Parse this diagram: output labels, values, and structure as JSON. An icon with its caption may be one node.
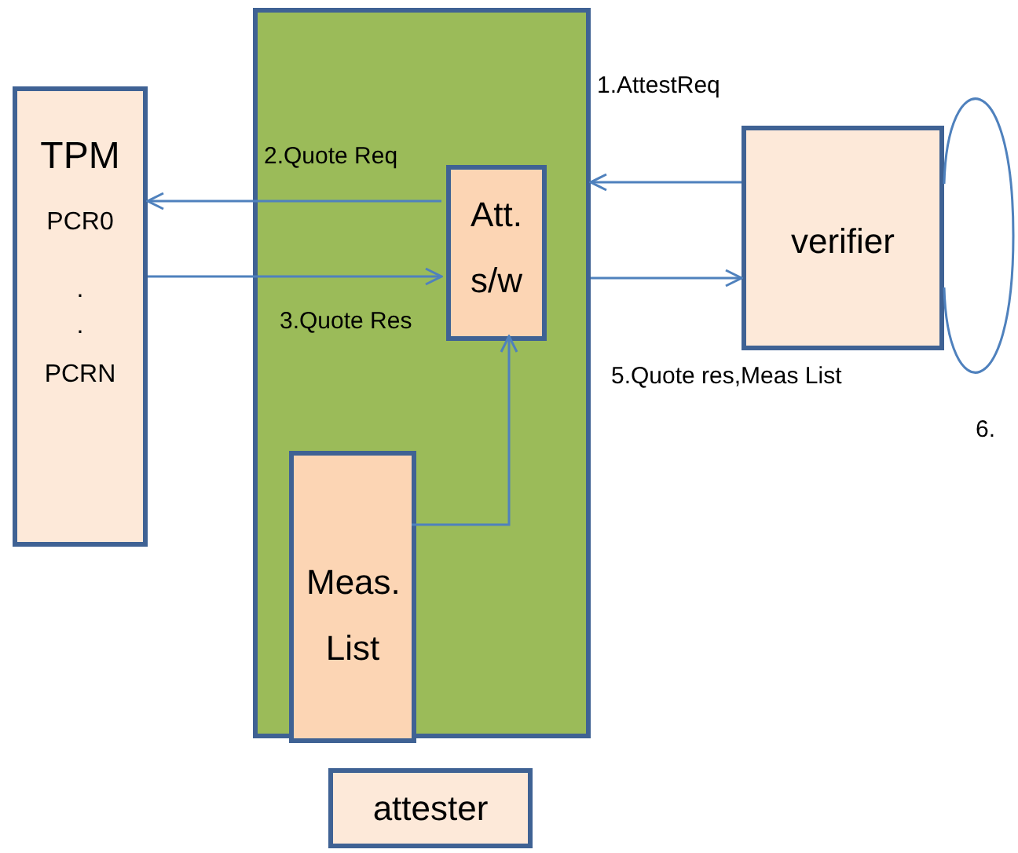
{
  "diagram": {
    "nodes": [
      {
        "text": [
          "TPM",
          "PCR0",
          ".",
          ".",
          "PCRN"
        ]
      },
      {
        "text": [],
        "shape": "box"
      },
      {
        "text": [
          "Att. s/w"
        ],
        "in": 1
      },
      {
        "text": [
          "Meas. List"
        ],
        "in": 1
      },
      {
        "text": [
          "verifier"
        ]
      },
      {
        "text": [
          "attester"
        ]
      }
    ],
    "edges": [
      {
        "from": 4,
        "to": 1,
        "arrow": "to",
        "label": "1.AttestReq"
      },
      {
        "from": 2,
        "to": 0,
        "arrow": "to",
        "label": "2.Quote Req"
      },
      {
        "from": 0,
        "to": 2,
        "arrow": "to",
        "label": "3.Quote Res"
      },
      {
        "from": 1,
        "to": 4,
        "arrow": "to",
        "label": "5.Quote res,Meas List"
      },
      {
        "from": 3,
        "to": 2,
        "arrow": "to"
      },
      {
        "from": 4,
        "to": 4,
        "arrow": "none",
        "label": "6."
      }
    ]
  }
}
